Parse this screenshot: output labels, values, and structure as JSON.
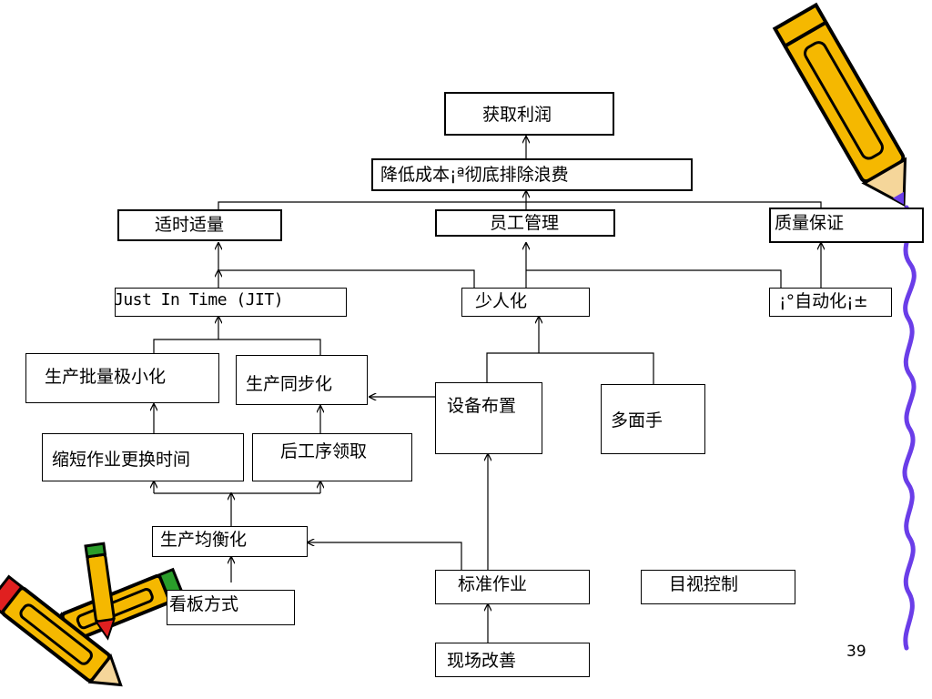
{
  "nodes": {
    "profit": "获取利润",
    "cost": "降低成本¡ª彻底排除浪费",
    "jit_right": "适时适量",
    "staff": "员工管理",
    "quality": "质量保证",
    "jit": "Just In Time (JIT)",
    "less_people": "少人化",
    "autonomation": "¡°自动化¡±",
    "small_batch": "生产批量极小化",
    "sync": "生产同步化",
    "equipment": "设备布置",
    "multi_skill": "多面手",
    "changeover": "缩短作业更换时间",
    "pull": "后工序领取",
    "leveling": "生产均衡化",
    "kanban": "看板方式",
    "standard_work": "标准作业",
    "visual": "目视控制",
    "kaizen": "现场改善"
  },
  "slide": {
    "page_number": "39"
  },
  "colors": {
    "pencil_body": "#f5b800",
    "pencil_outline": "#000000",
    "pencil_eraser_red": "#e02020",
    "pencil_eraser_green": "#2a9d2a",
    "pencil_tip_purple": "#6a3de8",
    "scribble": "#6a3de8"
  }
}
